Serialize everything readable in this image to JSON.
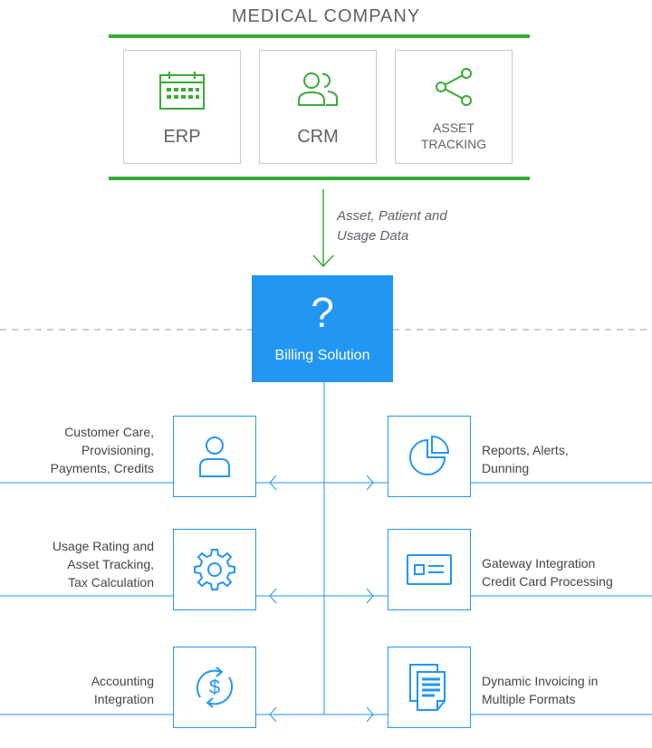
{
  "header": {
    "title": "MEDICAL  COMPANY"
  },
  "systems": [
    {
      "label": "ERP",
      "icon": "calendar-icon"
    },
    {
      "label": "CRM",
      "icon": "users-icon"
    },
    {
      "label_line1": "ASSET",
      "label_line2": "TRACKING",
      "icon": "share-icon"
    }
  ],
  "flow": {
    "label_line1": "Asset, Patient and",
    "label_line2": "Usage Data"
  },
  "billing": {
    "symbol": "?",
    "label": "Billing Solution"
  },
  "modules_left": [
    {
      "lines": [
        "Customer Care,",
        "Provisioning,",
        "Payments, Credits"
      ],
      "icon": "user-icon"
    },
    {
      "lines": [
        "Usage Rating and",
        "Asset Tracking,",
        "Tax Calculation"
      ],
      "icon": "gear-icon"
    },
    {
      "lines": [
        "Accounting",
        "Integration"
      ],
      "icon": "dollar-cycle-icon"
    }
  ],
  "modules_right": [
    {
      "lines": [
        "Reports, Alerts,",
        "Dunning"
      ],
      "icon": "pie-chart-icon"
    },
    {
      "lines": [
        "Gateway Integration",
        "Credit Card Processing"
      ],
      "icon": "credit-card-icon"
    },
    {
      "lines": [
        "Dynamic Invoicing in",
        "Multiple Formats"
      ],
      "icon": "documents-icon"
    }
  ],
  "colors": {
    "green": "#3aaa35",
    "blue": "#2196f3",
    "gray_text": "#5f6368"
  }
}
